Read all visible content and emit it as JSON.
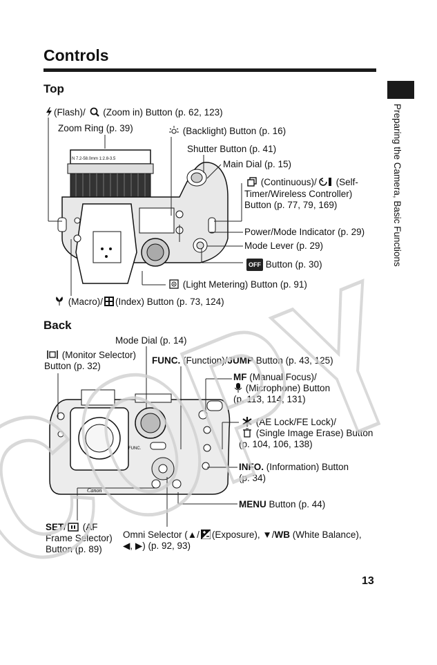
{
  "page": {
    "title": "Controls",
    "side_tab": "Preparing the Camera, Basic Functions",
    "page_number": "13",
    "watermark": "COPY"
  },
  "top": {
    "heading": "Top",
    "labels": {
      "flash_zoom": "(Flash)/ ",
      "flash_zoom_b": " (Zoom in) Button (p. 62, 123)",
      "zoom_ring": "Zoom Ring (p. 39)",
      "backlight": "(Backlight) Button (p. 16)",
      "shutter": "Shutter Button (p. 41)",
      "main_dial": "Main Dial (p. 15)",
      "continuous_1": "(Continuous)/",
      "continuous_1b": "(Self-",
      "continuous_2": "Timer/Wireless Controller)",
      "continuous_3": "Button (p. 77, 79, 169)",
      "power_mode": "Power/Mode Indicator (p. 29)",
      "mode_lever": "Mode Lever (p. 29)",
      "off_badge": "OFF",
      "off_button": "Button (p. 30)",
      "light_metering": "(Light Metering) Button (p. 91)",
      "macro_index": "(Macro)/",
      "macro_index_b": "(Index) Button (p. 73, 124)"
    }
  },
  "back": {
    "heading": "Back",
    "labels": {
      "mode_dial": "Mode Dial (p. 14)",
      "monitor_1": "(Monitor Selector)",
      "monitor_2": "Button (p. 32)",
      "func_bold": "FUNC.",
      "func_mid": " (Function)/",
      "jump_bold": "JUMP",
      "func_rest": " Button (p. 43, 125)",
      "mf_bold": "MF",
      "mf_1": " (Manual Focus)/",
      "mf_2": "(Microphone) Button",
      "mf_3": "(p. 113, 114, 131)",
      "ae_1": "(AE Lock/FE Lock)/",
      "ae_2": "(Single Image Erase) Button",
      "ae_3": "(p. 104, 106, 138)",
      "info_bold": "INFO.",
      "info_1": " (Information) Button",
      "info_2": "(p. 34)",
      "menu_bold": "MENU",
      "menu_rest": " Button (p. 44)",
      "set_bold": "SET",
      "set_1": "/",
      "set_1b": "(AF",
      "set_2": "Frame Selector)",
      "set_3": "Button (p. 89)",
      "omni_1": "Omni Selector (▲/",
      "omni_1b": "(Exposure), ▼/",
      "omni_wb": "WB",
      "omni_1c": " (White Balance),",
      "omni_2": "◀, ▶) (p. 92, 93)"
    }
  }
}
